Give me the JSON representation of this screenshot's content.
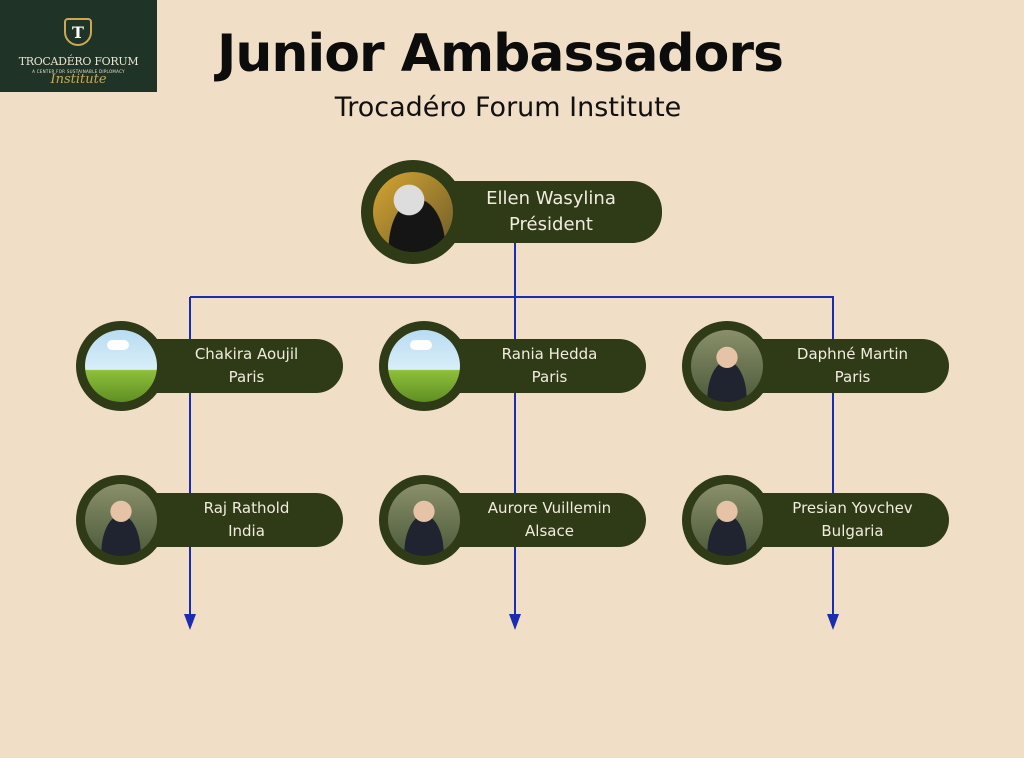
{
  "logo": {
    "monogram": "T",
    "name": "TROCADÉRO FORUM",
    "tagline": "A CENTER FOR SUSTAINABLE DIPLOMACY",
    "script": "Institute"
  },
  "header": {
    "title": "Junior Ambassadors",
    "subtitle": "Trocadéro Forum Institute"
  },
  "president": {
    "name": "Ellen Wasylina",
    "role": "Président"
  },
  "members": [
    {
      "name": "Chakira Aoujil",
      "location": "Paris",
      "photo": "placeholder"
    },
    {
      "name": "Rania Hedda",
      "location": "Paris",
      "photo": "placeholder"
    },
    {
      "name": "Daphné Martin",
      "location": "Paris",
      "photo": "person"
    },
    {
      "name": "Raj Rathold",
      "location": "India",
      "photo": "person"
    },
    {
      "name": "Aurore Vuillemin",
      "location": "Alsace",
      "photo": "person"
    },
    {
      "name": "Presian Yovchev",
      "location": "Bulgaria",
      "photo": "person"
    }
  ],
  "colors": {
    "background": "#f0dfc6",
    "card": "#2f3a17",
    "connector": "#1a2db0"
  }
}
